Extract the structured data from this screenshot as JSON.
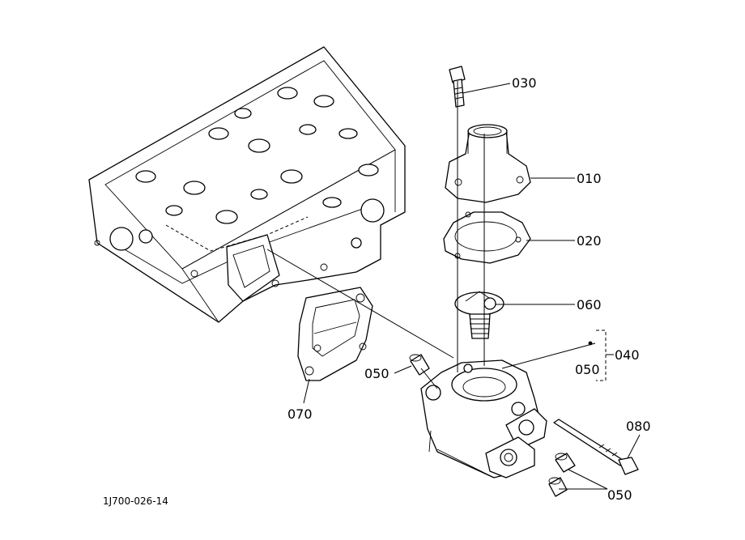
{
  "diagram": {
    "callouts": {
      "c030": "030",
      "c010": "010",
      "c020": "020",
      "c060": "060",
      "c040": "040",
      "c050_bracket": "050",
      "c050_left": "050",
      "c070": "070",
      "c080": "080",
      "c050_bottom": "050"
    },
    "reference_code": "1J700-026-14"
  }
}
